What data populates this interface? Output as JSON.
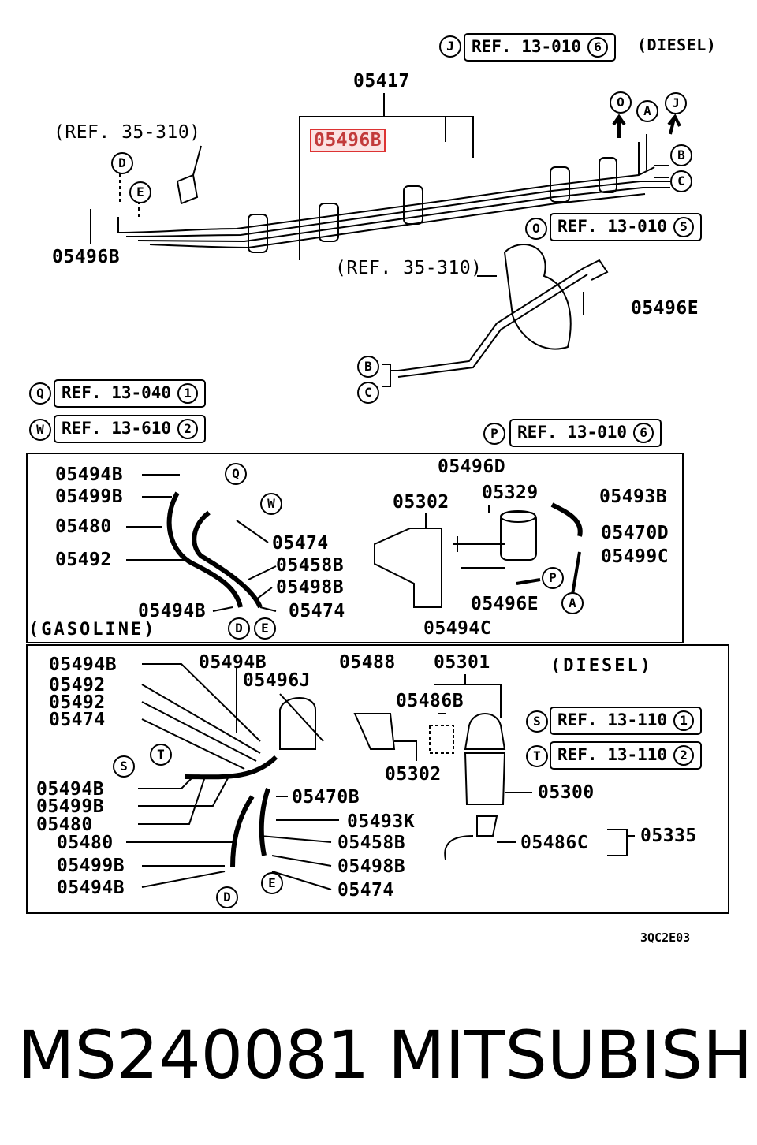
{
  "references": {
    "J": {
      "text": "REF. 13-010",
      "num": "6",
      "suffix": "(DIESEL)"
    },
    "O": {
      "text": "REF. 13-010",
      "num": "5"
    },
    "Q": {
      "text": "REF. 13-040",
      "num": "1"
    },
    "W": {
      "text": "REF. 13-610",
      "num": "2"
    },
    "P": {
      "text": "REF. 13-010",
      "num": "6"
    },
    "S": {
      "text": "REF. 13-110",
      "num": "1"
    },
    "T": {
      "text": "REF. 13-110",
      "num": "2"
    }
  },
  "top": {
    "ref_35_310_a": "(REF. 35-310)",
    "ref_35_310_b": "(REF. 35-310)",
    "p05417": "05417",
    "p05496B_highlight": "05496B",
    "p05496B": "05496B",
    "p05496E": "05496E"
  },
  "gasoline": {
    "section_label": "(GASOLINE)",
    "left_parts": [
      "05494B",
      "05499B",
      "05480",
      "05492"
    ],
    "p05474a": "05474",
    "p05458B": "05458B",
    "p05498B": "05498B",
    "p05494B_low": "05494B",
    "p05474b": "05474",
    "p05496D": "05496D",
    "p05302": "05302",
    "p05329": "05329",
    "p05493B": "05493B",
    "p05470D": "05470D",
    "p05499C": "05499C",
    "p05496E": "05496E",
    "p05494C": "05494C"
  },
  "diesel": {
    "section_label": "(DIESEL)",
    "left_parts": [
      "05494B",
      "05492",
      "05492",
      "05474",
      "05494B",
      "05499B",
      "05480",
      "05480",
      "05499B",
      "05494B"
    ],
    "p05494B_top": "05494B",
    "p05496J": "05496J",
    "p05488": "05488",
    "p05301": "05301",
    "p05486B": "05486B",
    "p05302": "05302",
    "p05470B": "05470B",
    "p05493K": "05493K",
    "p05458B": "05458B",
    "p05498B": "05498B",
    "p05474": "05474",
    "p05300": "05300",
    "p05486C": "05486C",
    "p05335": "05335"
  },
  "callouts": [
    "A",
    "B",
    "C",
    "D",
    "E",
    "J",
    "O",
    "P",
    "Q",
    "S",
    "T",
    "W"
  ],
  "diagram_code": "3QC2E03",
  "footer": {
    "part_number": "MS240081",
    "brand": "MITSUBISHI"
  }
}
